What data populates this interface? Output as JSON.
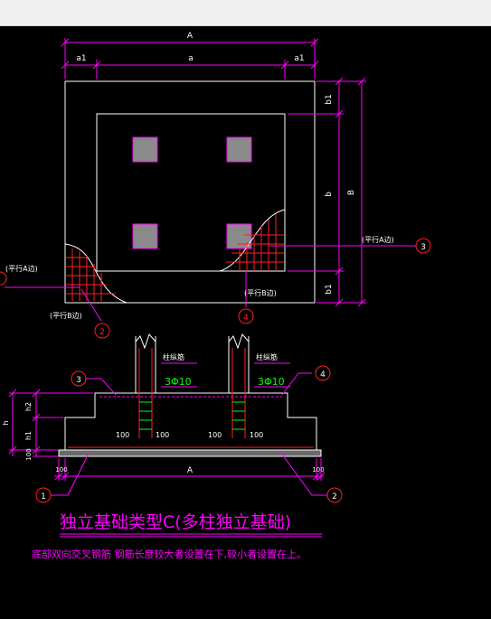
{
  "window": {
    "title": ""
  },
  "plan": {
    "dim_total_width": "A",
    "dim_edge_left": "a1",
    "dim_center": "a",
    "dim_edge_right": "a1",
    "dim_total_height": "B",
    "dim_edge_top": "b1",
    "dim_center_vertical": "b",
    "dim_edge_bottom": "b1",
    "label_parallel_A_right": "(平行A边)",
    "label_parallel_A_left": "(平行A边)",
    "label_parallel_B_bottom": "(平行B边)",
    "label_parallel_B_left": "(平行B边)"
  },
  "section": {
    "column_rebar_label_1": "柱纵筋",
    "column_rebar_spec_1": "3Φ10",
    "column_rebar_label_2": "柱纵筋",
    "column_rebar_spec_2": "3Φ10",
    "dim_100_1": "100",
    "dim_100_2": "100",
    "dim_100_3": "100",
    "dim_100_4": "100",
    "dim_h2": "h2",
    "dim_h1": "h1",
    "dim_h": "h",
    "dim_100_side": "100",
    "dim_100_bl": "100",
    "dim_100_br": "100",
    "dim_total_width": "A"
  },
  "markers": {
    "m1": "1",
    "m2": "2",
    "m3": "3",
    "m4": "4"
  },
  "title": "独立基础类型C(多柱独立基础)",
  "note": "底部双向交叉钢筋 钢筋长度较大者设置在下,较小者设置在上。",
  "colors": {
    "magenta": "#ff00ff",
    "white": "#ffffff",
    "red": "#ff2020",
    "green": "#00ff00",
    "gray": "#8a8a8a"
  }
}
